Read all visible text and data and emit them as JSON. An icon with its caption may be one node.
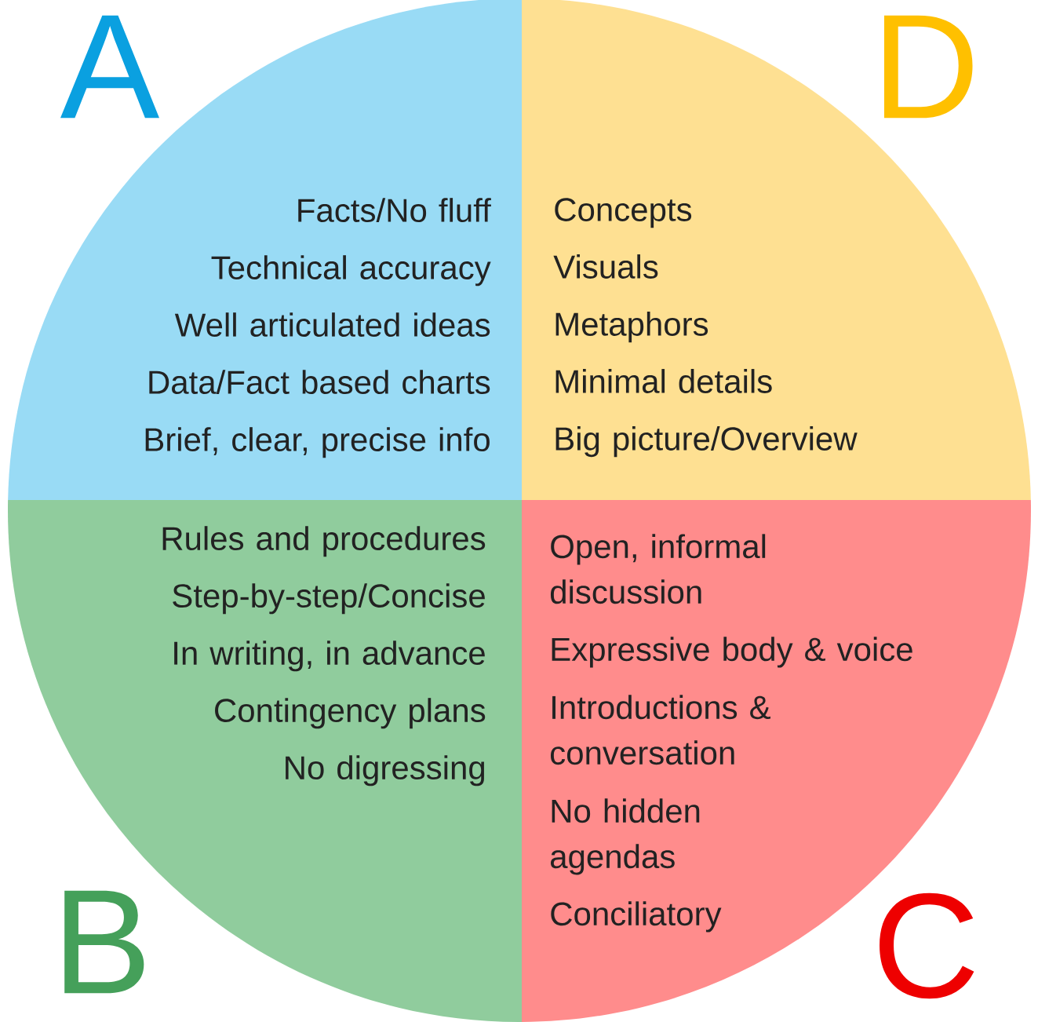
{
  "diagram": {
    "nodes": [
      {
        "text": [
          "A",
          "Facts/No fluff",
          "Technical accuracy",
          "Well articulated ideas",
          "Data/Fact based charts",
          "Brief, clear, precise info"
        ]
      },
      {
        "text": [
          "D",
          "Concepts",
          "Visuals",
          "Metaphors",
          "Minimal details",
          "Big picture/Overview"
        ]
      },
      {
        "text": [
          "B",
          "Rules and procedures",
          "Step-by-step/Concise",
          "In writing, in advance",
          "Contingency plans",
          "No digressing"
        ]
      },
      {
        "text": [
          "C",
          "Open, informal discussion",
          "Expressive body & voice",
          "Introductions & conversation",
          "No hidden agendas",
          "Conciliatory"
        ]
      }
    ]
  }
}
